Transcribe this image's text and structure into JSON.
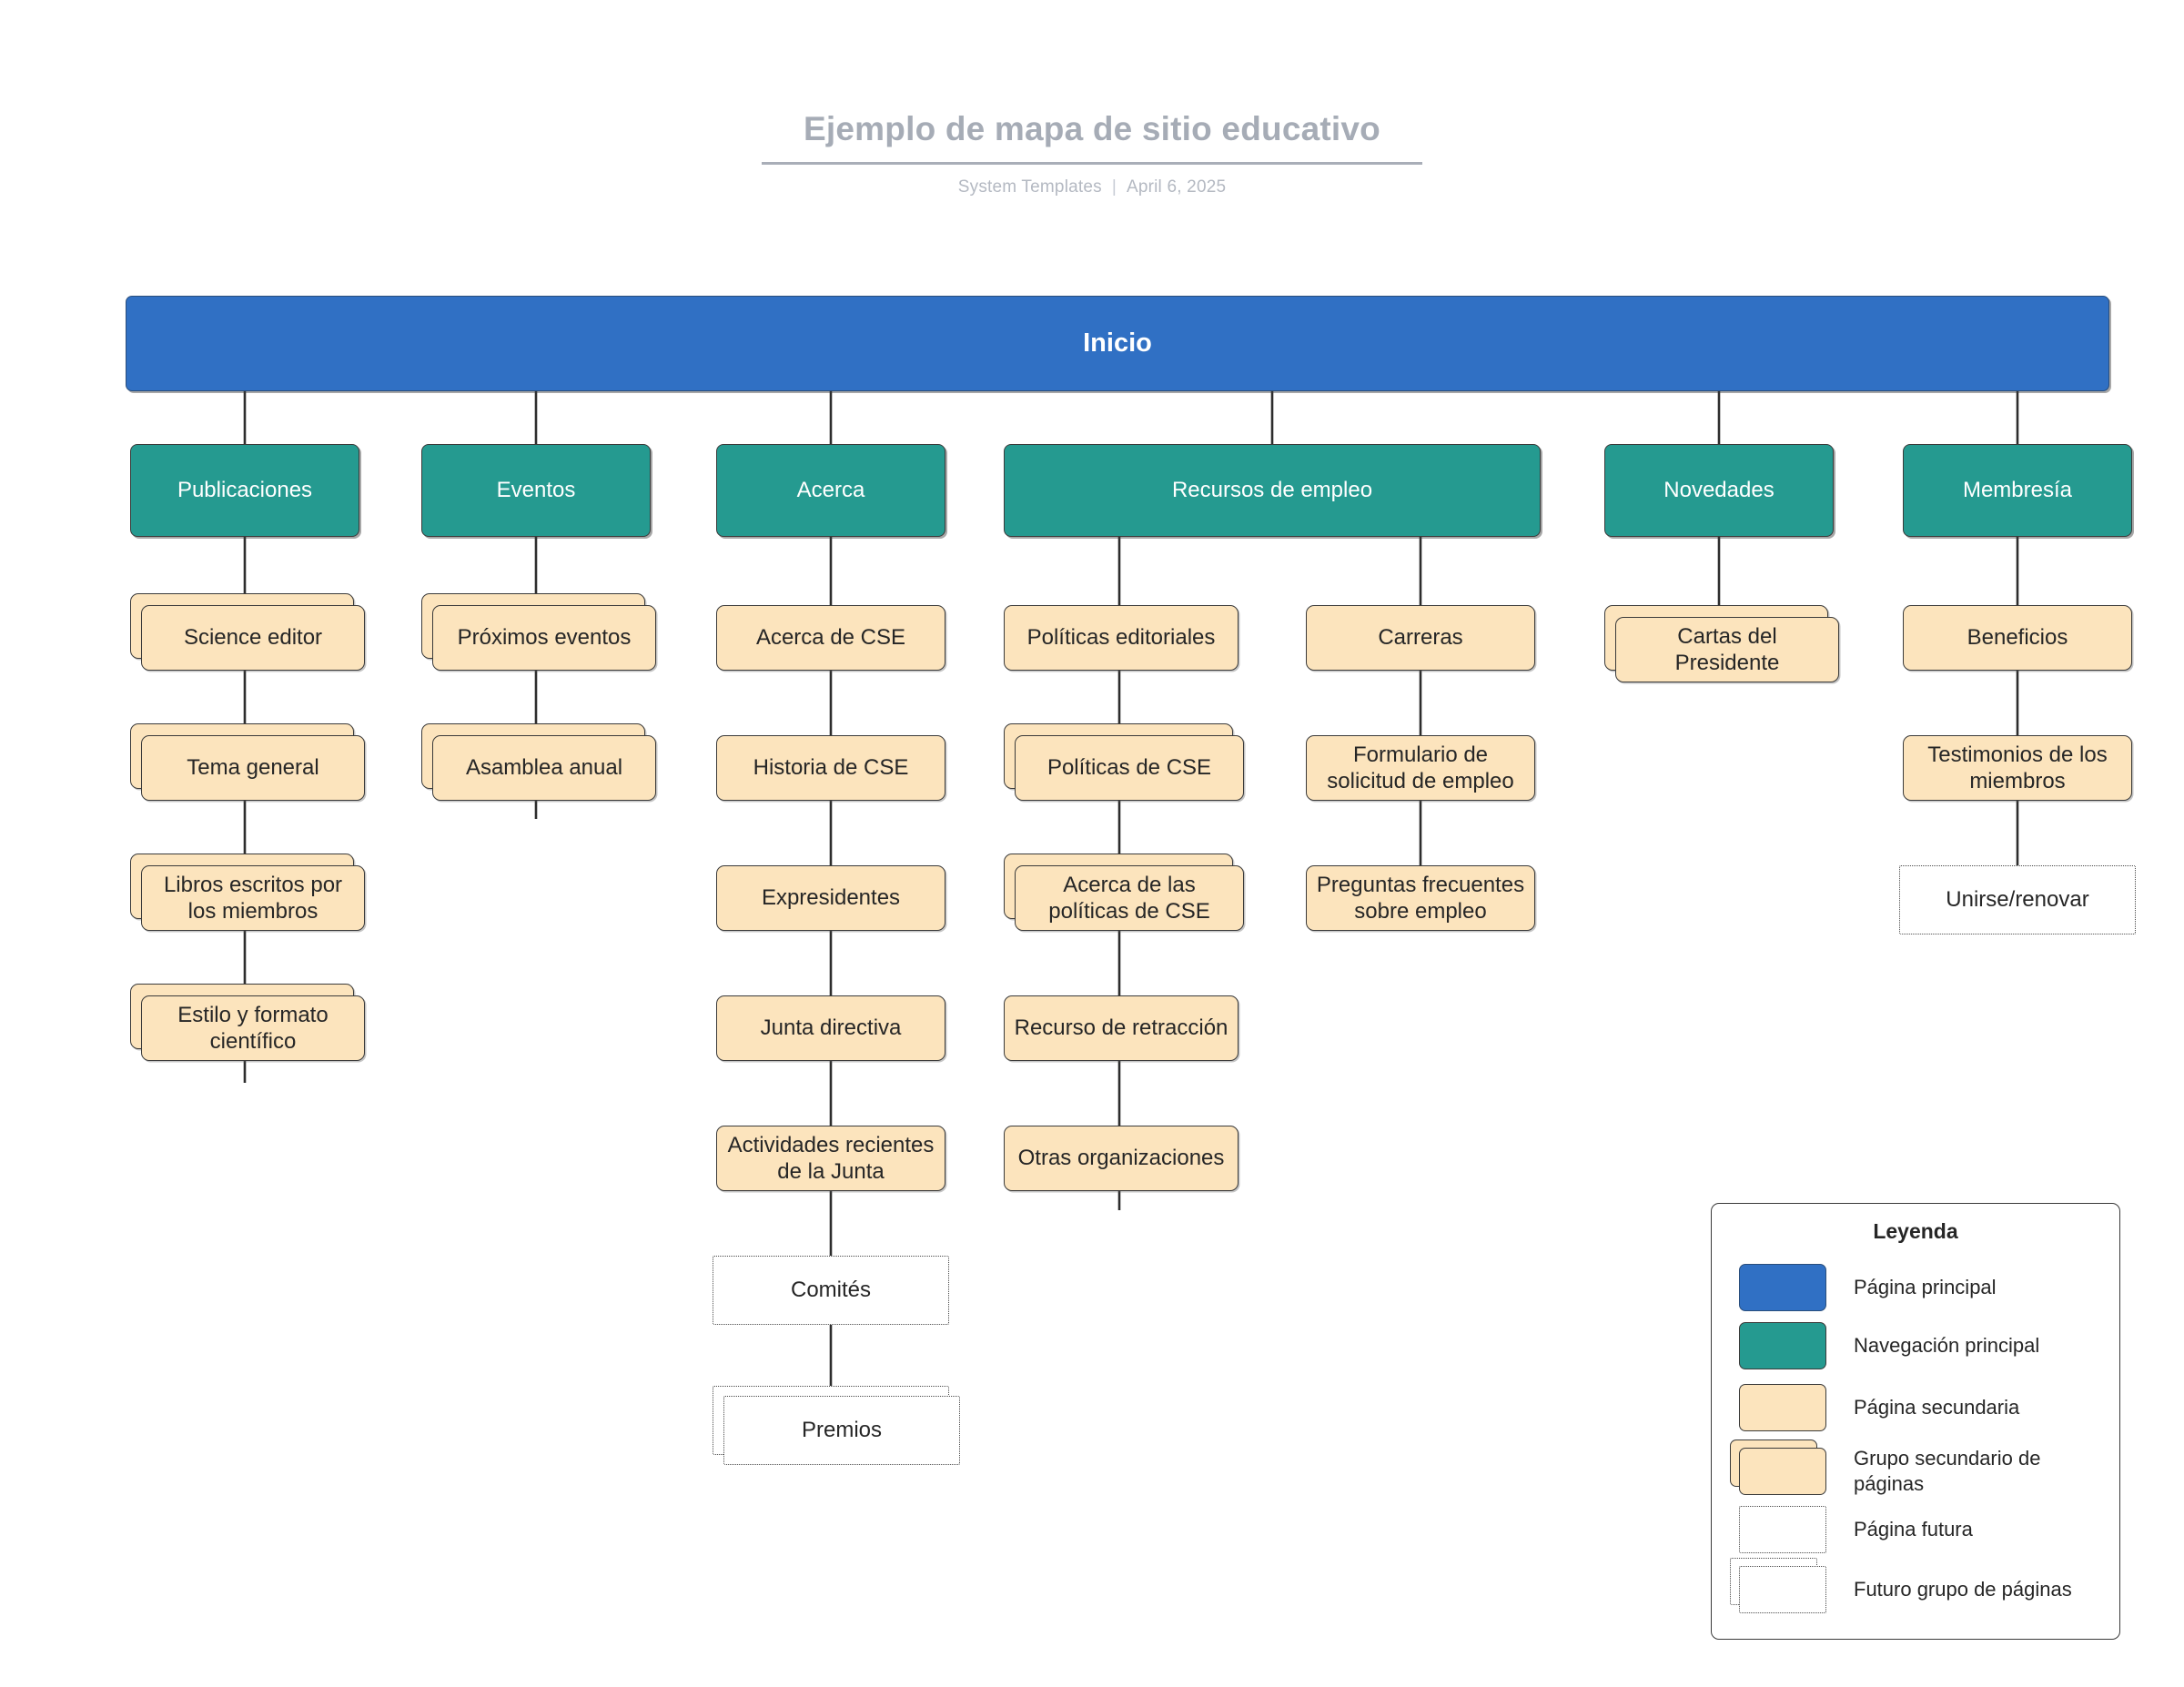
{
  "header": {
    "title": "Ejemplo de mapa de sitio educativo",
    "author": "System Templates",
    "separator": "|",
    "date": "April 6, 2025"
  },
  "colors": {
    "root": "#3070c4",
    "nav": "#259a90",
    "sub": "#fce4bd",
    "future_border": "#4a4a4a",
    "outline": "#3a3a3a",
    "title_gray": "#a6acb6"
  },
  "root": {
    "label": "Inicio"
  },
  "nav": [
    {
      "label": "Publicaciones"
    },
    {
      "label": "Eventos"
    },
    {
      "label": "Acerca"
    },
    {
      "label": "Recursos de empleo"
    },
    {
      "label": "Novedades"
    },
    {
      "label": "Membresía"
    }
  ],
  "pages": {
    "publicaciones": [
      {
        "label": "Science editor",
        "type": "group"
      },
      {
        "label": "Tema general",
        "type": "group"
      },
      {
        "label": "Libros escritos por los miembros",
        "type": "group"
      },
      {
        "label": "Estilo y formato científico",
        "type": "group"
      }
    ],
    "eventos": [
      {
        "label": "Próximos eventos",
        "type": "group"
      },
      {
        "label": "Asamblea anual",
        "type": "group"
      }
    ],
    "acerca": [
      {
        "label": "Acerca de CSE",
        "type": "page"
      },
      {
        "label": "Historia de CSE",
        "type": "page"
      },
      {
        "label": "Expresidentes",
        "type": "page"
      },
      {
        "label": "Junta directiva",
        "type": "page"
      },
      {
        "label": "Actividades recientes de la Junta",
        "type": "page"
      },
      {
        "label": "Comités",
        "type": "future"
      },
      {
        "label": "Premios",
        "type": "future-group"
      }
    ],
    "empleo_politicas": [
      {
        "label": "Políticas editoriales",
        "type": "page"
      },
      {
        "label": "Políticas de CSE",
        "type": "group"
      },
      {
        "label": "Acerca de las políticas de CSE",
        "type": "group"
      },
      {
        "label": "Recurso de retracción",
        "type": "page"
      },
      {
        "label": "Otras organizaciones",
        "type": "page"
      }
    ],
    "empleo_carreras": [
      {
        "label": "Carreras",
        "type": "page"
      },
      {
        "label": "Formulario de solicitud de empleo",
        "type": "page"
      },
      {
        "label": "Preguntas frecuentes sobre empleo",
        "type": "page"
      }
    ],
    "novedades": [
      {
        "label": "Cartas del Presidente",
        "type": "group"
      }
    ],
    "membresia": [
      {
        "label": "Beneficios",
        "type": "page"
      },
      {
        "label": "Testimonios de los miembros",
        "type": "page"
      },
      {
        "label": "Unirse/renovar",
        "type": "future"
      }
    ]
  },
  "legend": {
    "title": "Leyenda",
    "items": [
      {
        "label": "Página principal",
        "swatch": "blue"
      },
      {
        "label": "Navegación principal",
        "swatch": "teal"
      },
      {
        "label": "Página secundaria",
        "swatch": "cream"
      },
      {
        "label": "Grupo secundario de páginas",
        "swatch": "cream-stack"
      },
      {
        "label": "Página futura",
        "swatch": "dotted"
      },
      {
        "label": "Futuro grupo de páginas",
        "swatch": "dotted-stack"
      }
    ]
  }
}
